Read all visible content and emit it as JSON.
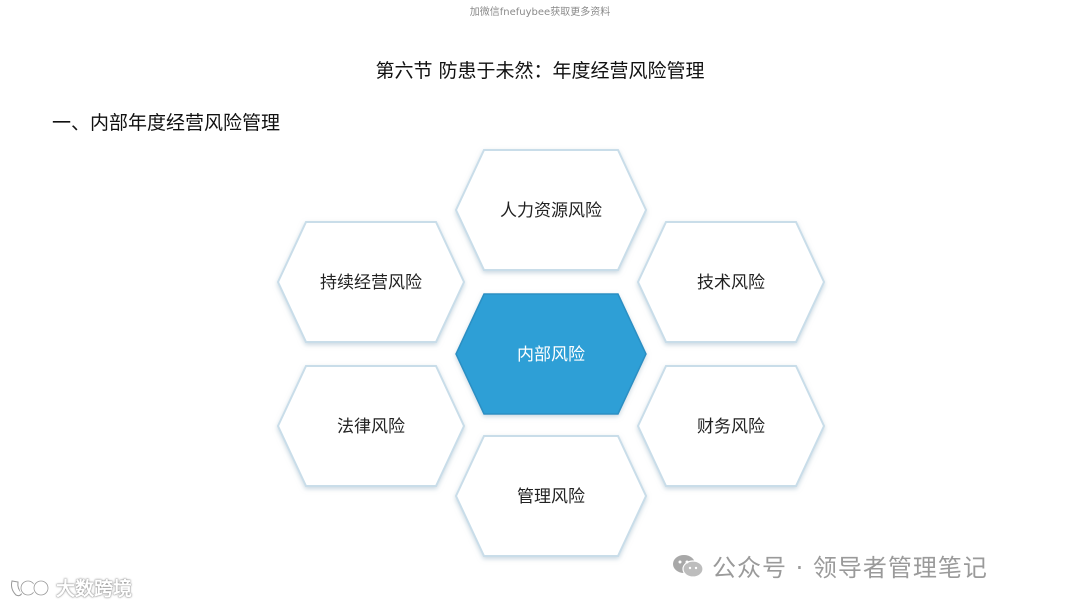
{
  "header": {
    "top_note": "加微信fnefuybee获取更多资料",
    "section_title": "第六节  防患于未然：年度经营风险管理",
    "subsection_title": "一、内部年度经营风险管理"
  },
  "diagram": {
    "center": "内部风险",
    "nodes": {
      "top": "人力资源风险",
      "upper_left": "持续经营风险",
      "upper_right": "技术风险",
      "lower_left": "法律风险",
      "lower_right": "财务风险",
      "bottom": "管理风险"
    },
    "colors": {
      "center_fill": "#2e9fd6",
      "outer_fill": "#ffffff",
      "outer_stroke": "#c9dde9"
    }
  },
  "watermarks": {
    "right_text": "公众号 · 领导者管理笔记",
    "right_icon": "wechat-icon",
    "left_text": "大数跨境",
    "left_icon": "logo-icon"
  }
}
